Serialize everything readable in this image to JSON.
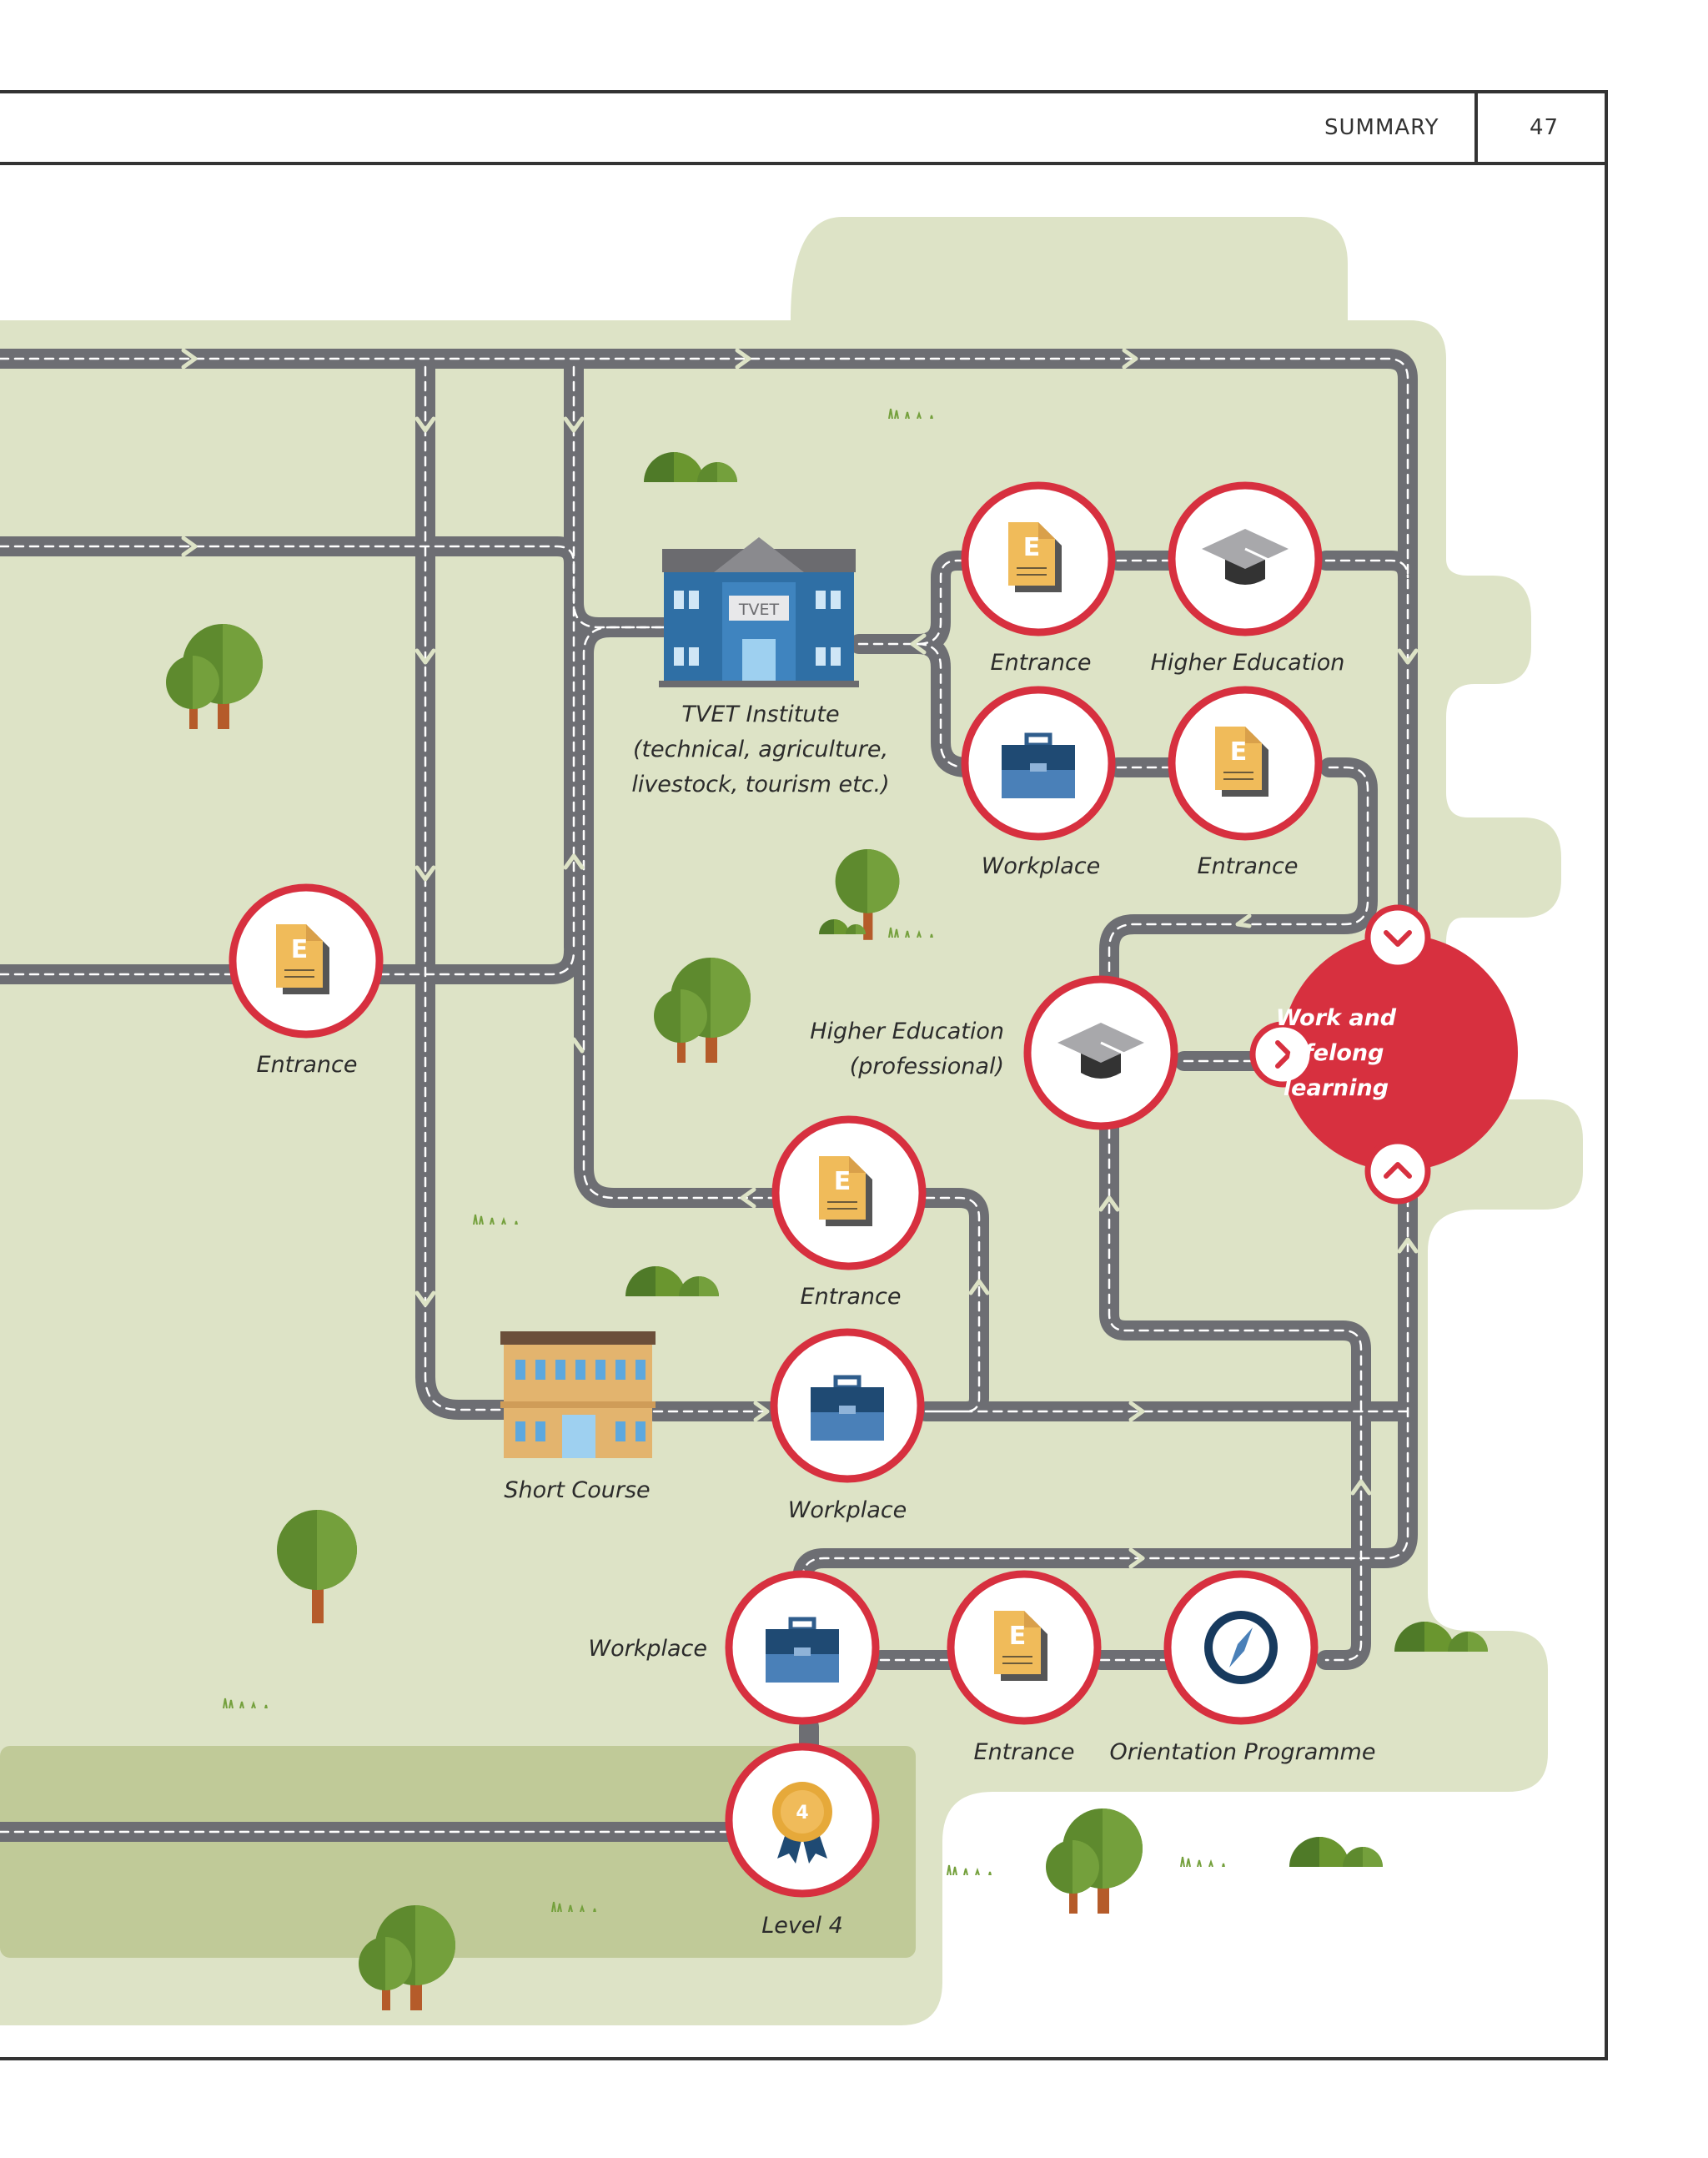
{
  "header": {
    "section": "SUMMARY",
    "page_number": "47"
  },
  "nodes": {
    "tvet_building_sign": "TVET",
    "tvet_label": "TVET Institute",
    "tvet_sublabel_1": "(technical, agriculture,",
    "tvet_sublabel_2": "livestock, tourism etc.)",
    "entrance_top": "Entrance",
    "higher_education_top": "Higher Education",
    "workplace_top": "Workplace",
    "entrance_top_right": "Entrance",
    "entrance_left": "Entrance",
    "higher_education_professional_1": "Higher Education",
    "higher_education_professional_2": "(professional)",
    "goal_line_1": "Work and",
    "goal_line_2": "lifelong",
    "goal_line_3": "learning",
    "entrance_middle": "Entrance",
    "short_course": "Short Course",
    "workplace_middle": "Workplace",
    "workplace_bottom": "Workplace",
    "entrance_bottom": "Entrance",
    "orientation_programme": "Orientation Programme",
    "level_badge_number": "4",
    "level_4": "Level 4",
    "document_letter": "E"
  },
  "colors": {
    "land": "#dde3c6",
    "land_dark": "#c0ca98",
    "road": "#6d6e73",
    "node_ring": "#d7303f",
    "goal": "#d7303f",
    "document": "#f0bb5a",
    "tree": "#5e8a2e",
    "tvet_building": "#2f6fa5",
    "short_course_building": "#e3b46e"
  },
  "icons": [
    "document-icon",
    "graduation-cap-icon",
    "briefcase-icon",
    "compass-icon",
    "award-badge-icon",
    "chevron-down-icon",
    "chevron-right-icon",
    "chevron-up-icon",
    "tree-icon",
    "bush-icon",
    "school-building-icon"
  ]
}
